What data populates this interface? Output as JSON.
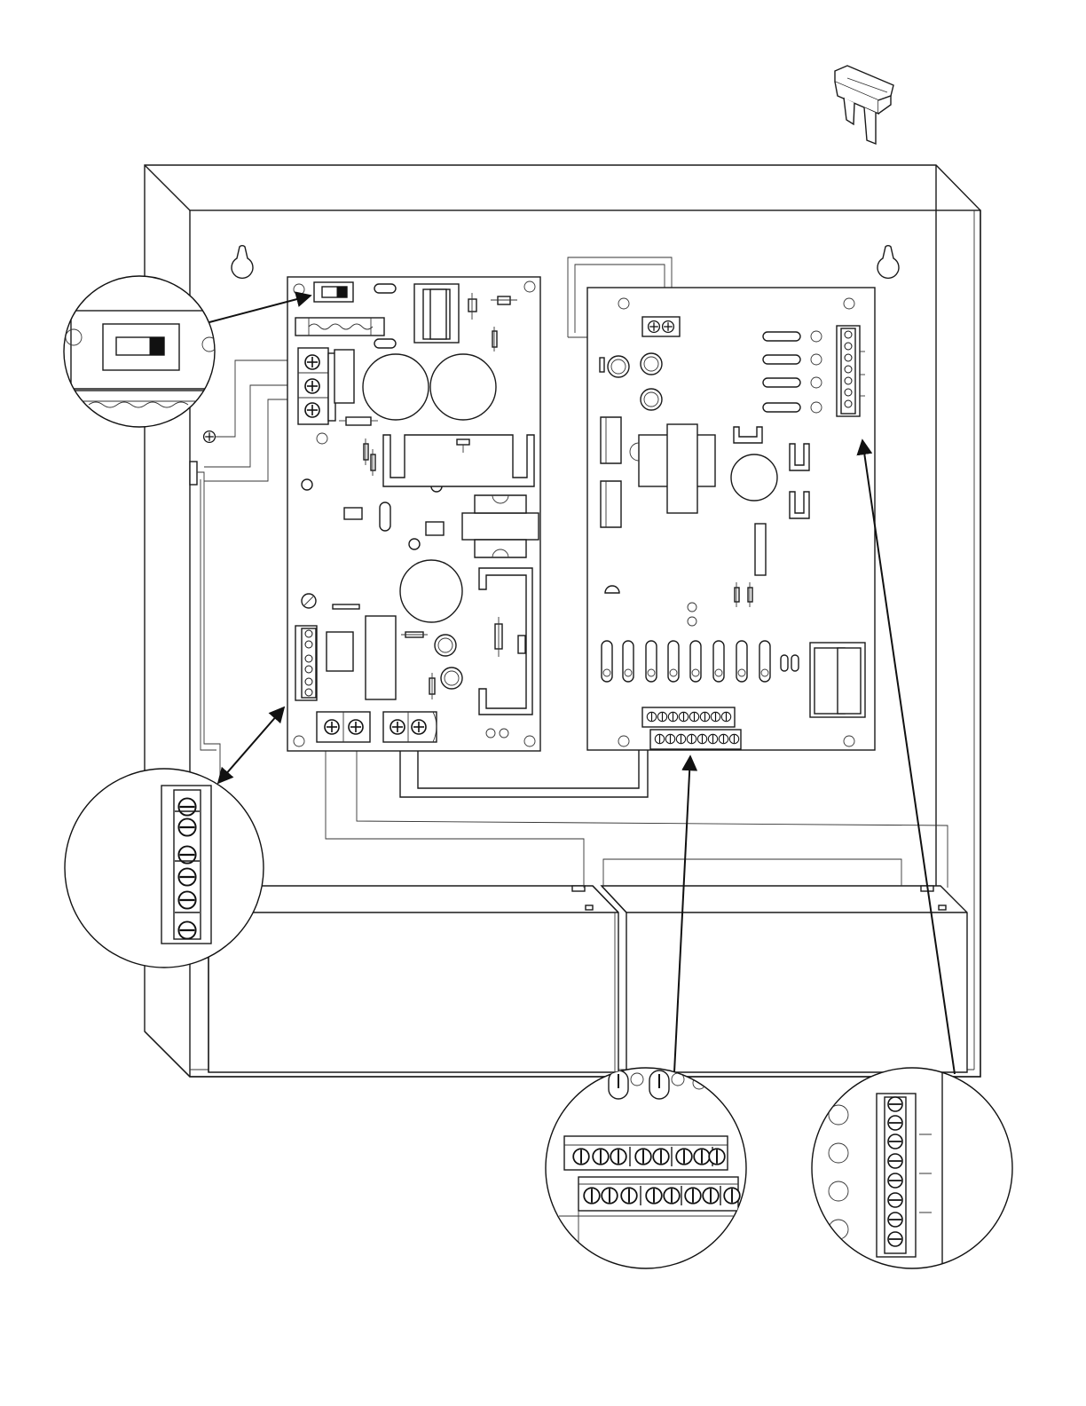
{
  "diagram": {
    "type": "installation-illustration",
    "colors": {
      "line": "#1a1a1a",
      "background": "#ffffff"
    },
    "components": [
      "spare-blade-fuse",
      "enclosure",
      "power-supply-board",
      "access-control-board",
      "battery-left",
      "battery-right"
    ],
    "callouts": [
      "callout-ac-switch",
      "callout-six-position-terminal",
      "callout-double-terminal-strip",
      "callout-vertical-terminal-strip"
    ]
  }
}
